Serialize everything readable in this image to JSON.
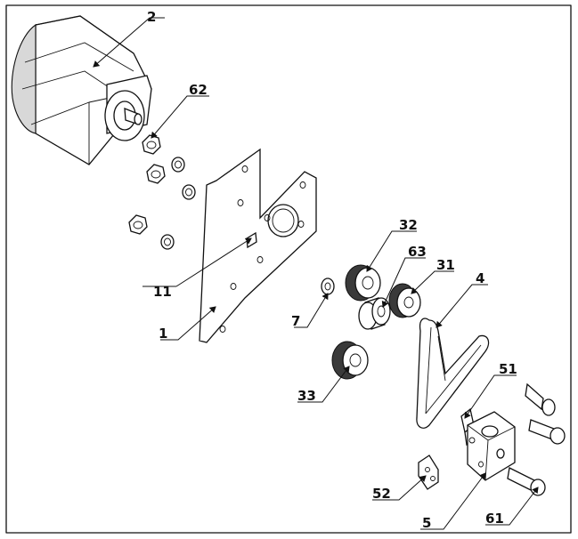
{
  "labels": {
    "l1": "1",
    "l2": "2",
    "l4": "4",
    "l5": "5",
    "l7": "7",
    "l11": "11",
    "l31": "31",
    "l32": "32",
    "l33": "33",
    "l51": "51",
    "l52": "52",
    "l61": "61",
    "l62": "62",
    "l63": "63"
  }
}
